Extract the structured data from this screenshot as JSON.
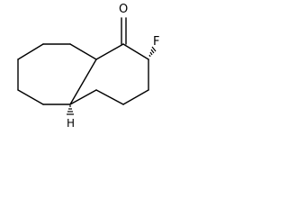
{
  "molecule": {
    "atoms": {
      "oxygen": "O",
      "fluorine": "F",
      "hydrogen": "H"
    }
  }
}
